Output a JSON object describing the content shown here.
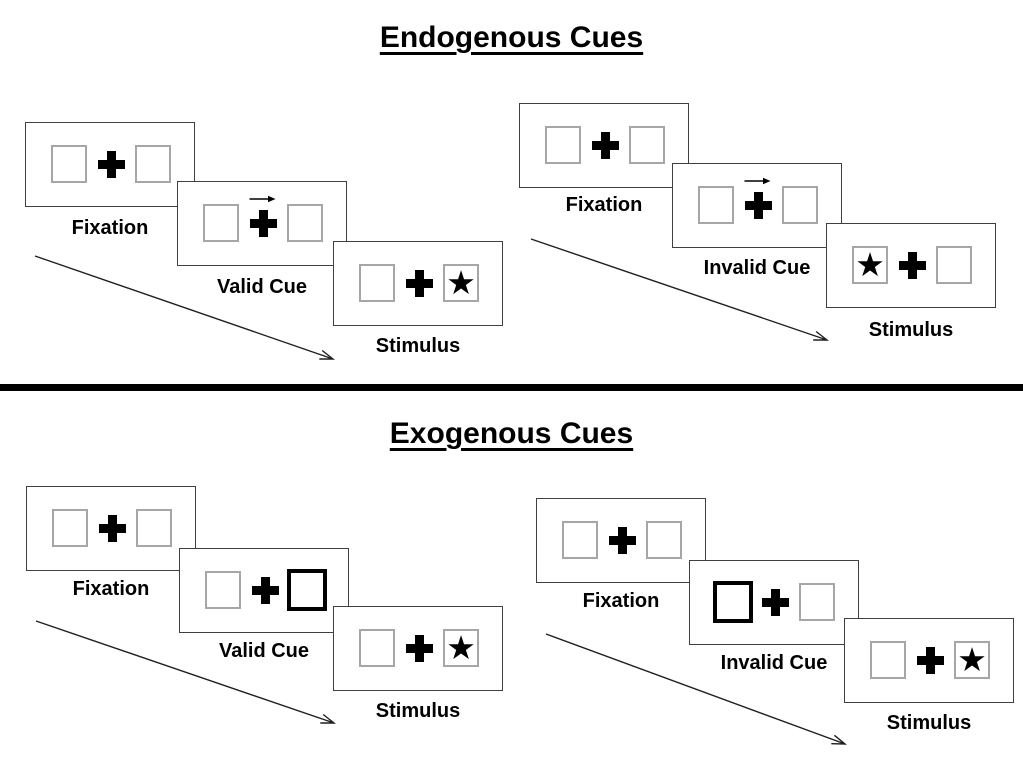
{
  "sections": [
    {
      "title": "Endogenous Cues",
      "trials": [
        {
          "type": "valid-trial",
          "panels": [
            {
              "label": "Fixation",
              "cue": "none",
              "star": "none"
            },
            {
              "label": "Valid Cue",
              "cue": "arrow-right-above-cross",
              "star": "none"
            },
            {
              "label": "Stimulus",
              "cue": "none",
              "star": "right-box"
            }
          ]
        },
        {
          "type": "invalid-trial",
          "panels": [
            {
              "label": "Fixation",
              "cue": "none",
              "star": "none"
            },
            {
              "label": "Invalid Cue",
              "cue": "arrow-right-above-cross",
              "star": "none"
            },
            {
              "label": "Stimulus",
              "cue": "none",
              "star": "left-box"
            }
          ]
        }
      ]
    },
    {
      "title": "Exogenous Cues",
      "trials": [
        {
          "type": "valid-trial",
          "panels": [
            {
              "label": "Fixation",
              "cue": "none",
              "star": "none"
            },
            {
              "label": "Valid Cue",
              "cue": "thick-right-box",
              "star": "none"
            },
            {
              "label": "Stimulus",
              "cue": "none",
              "star": "right-box"
            }
          ]
        },
        {
          "type": "invalid-trial",
          "panels": [
            {
              "label": "Fixation",
              "cue": "none",
              "star": "none"
            },
            {
              "label": "Invalid Cue",
              "cue": "thick-left-box",
              "star": "none"
            },
            {
              "label": "Stimulus",
              "cue": "none",
              "star": "right-box"
            }
          ]
        }
      ]
    }
  ],
  "glyphs": {
    "star": "★"
  },
  "colors": {
    "background": "#ffffff",
    "ink": "#000000",
    "panel_border": "#3f3f3f",
    "box_border": "#a6a6a6",
    "cue_border": "#000000",
    "divider": "#000000"
  }
}
